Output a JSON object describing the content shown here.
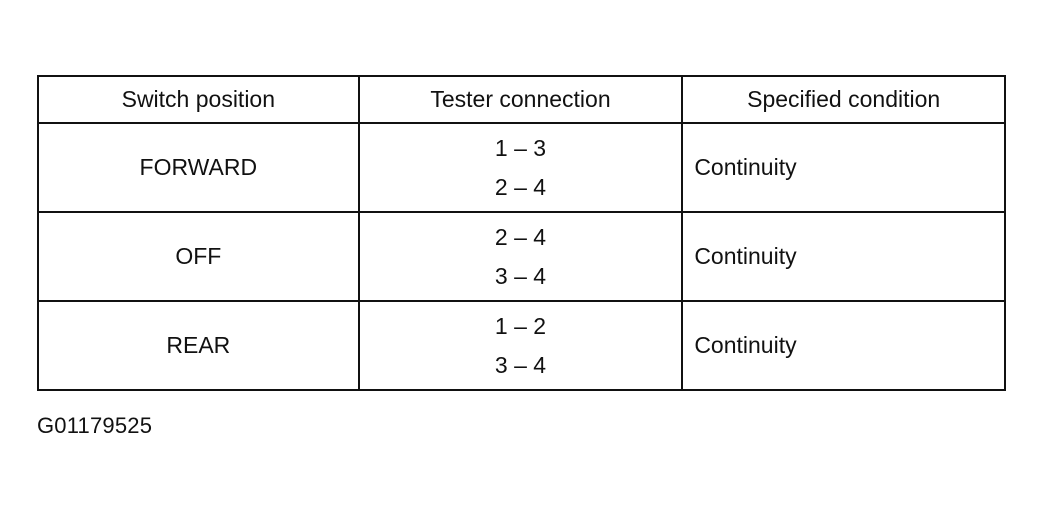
{
  "table": {
    "headers": {
      "switch_position": "Switch position",
      "tester_connection": "Tester connection",
      "specified_condition": "Specified condition"
    },
    "rows": [
      {
        "position": "FORWARD",
        "connections": [
          "1 – 3",
          "2 – 4"
        ],
        "condition": "Continuity"
      },
      {
        "position": "OFF",
        "connections": [
          "2 – 4",
          "3 – 4"
        ],
        "condition": "Continuity"
      },
      {
        "position": "REAR",
        "connections": [
          "1 – 2",
          "3 – 4"
        ],
        "condition": "Continuity"
      }
    ]
  },
  "figure_id": "G01179525"
}
